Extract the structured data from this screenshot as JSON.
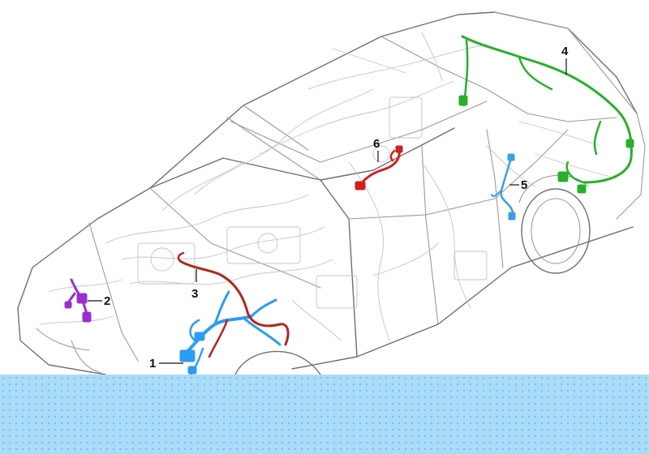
{
  "colors": {
    "harness_1": "#2a9df4",
    "harness_2": "#9b2ed0",
    "harness_3": "#b3261e",
    "harness_4": "#28b02a",
    "harness_5": "#3a9ee8",
    "harness_6": "#d11f1f",
    "footer_band": "#a9dcf9"
  },
  "callouts": [
    {
      "id": "1",
      "label": "1",
      "harness_color": "#2a9df4"
    },
    {
      "id": "2",
      "label": "2",
      "harness_color": "#9b2ed0"
    },
    {
      "id": "3",
      "label": "3",
      "harness_color": "#b3261e"
    },
    {
      "id": "4",
      "label": "4",
      "harness_color": "#28b02a"
    },
    {
      "id": "5",
      "label": "5",
      "harness_color": "#3a9ee8"
    },
    {
      "id": "6",
      "label": "6",
      "harness_color": "#d11f1f"
    }
  ]
}
